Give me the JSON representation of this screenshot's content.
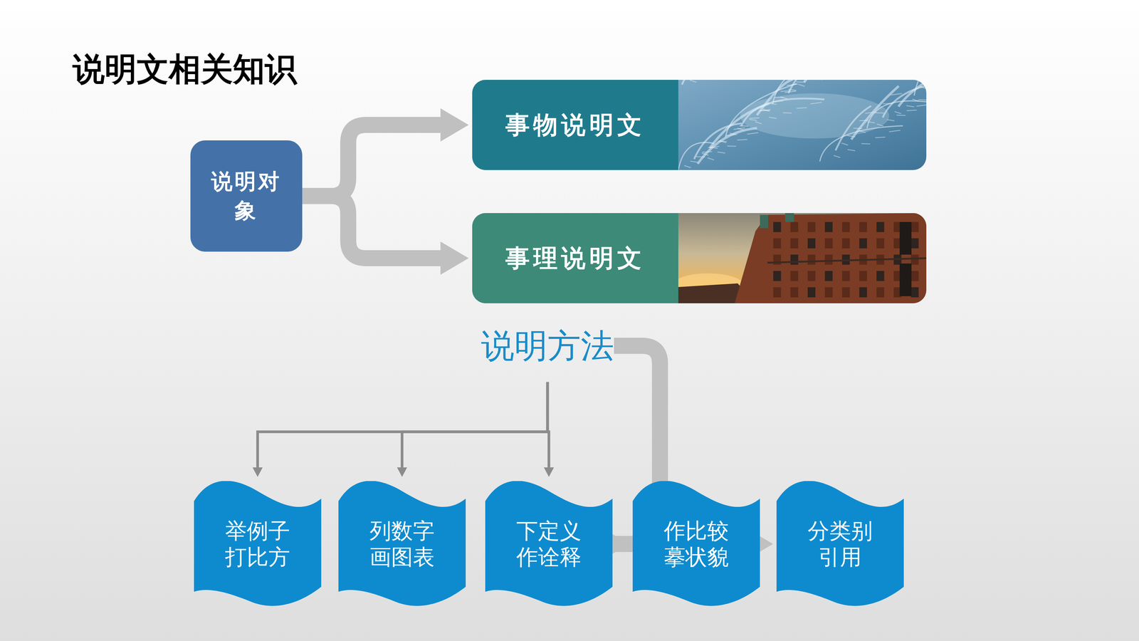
{
  "diagram": {
    "title": "说明文相关知识",
    "nodes": [
      {
        "text": [
          "说明对象"
        ]
      },
      {
        "text": [
          "事物说明文"
        ]
      },
      {
        "text": [
          "事理说明文"
        ]
      },
      {
        "text": [
          "说明方法"
        ]
      },
      {
        "text": [
          "举例子 打比方"
        ]
      },
      {
        "text": [
          "列数字 画图表"
        ]
      },
      {
        "text": [
          "下定义 作诠释"
        ]
      },
      {
        "text": [
          "作比较 摹状貌"
        ]
      },
      {
        "text": [
          "分类别 引用"
        ]
      }
    ],
    "edges": [
      {
        "from": 0,
        "to": 1,
        "arrow": "to"
      },
      {
        "from": 0,
        "to": 2,
        "arrow": "to"
      },
      {
        "from": 3,
        "to": 4,
        "arrow": "to"
      },
      {
        "from": 3,
        "to": 5,
        "arrow": "to"
      },
      {
        "from": 3,
        "to": 6,
        "arrow": "to"
      },
      {
        "from": 3,
        "to": 7,
        "arrow": "to"
      },
      {
        "from": 3,
        "to": 8,
        "arrow": "to"
      }
    ]
  }
}
